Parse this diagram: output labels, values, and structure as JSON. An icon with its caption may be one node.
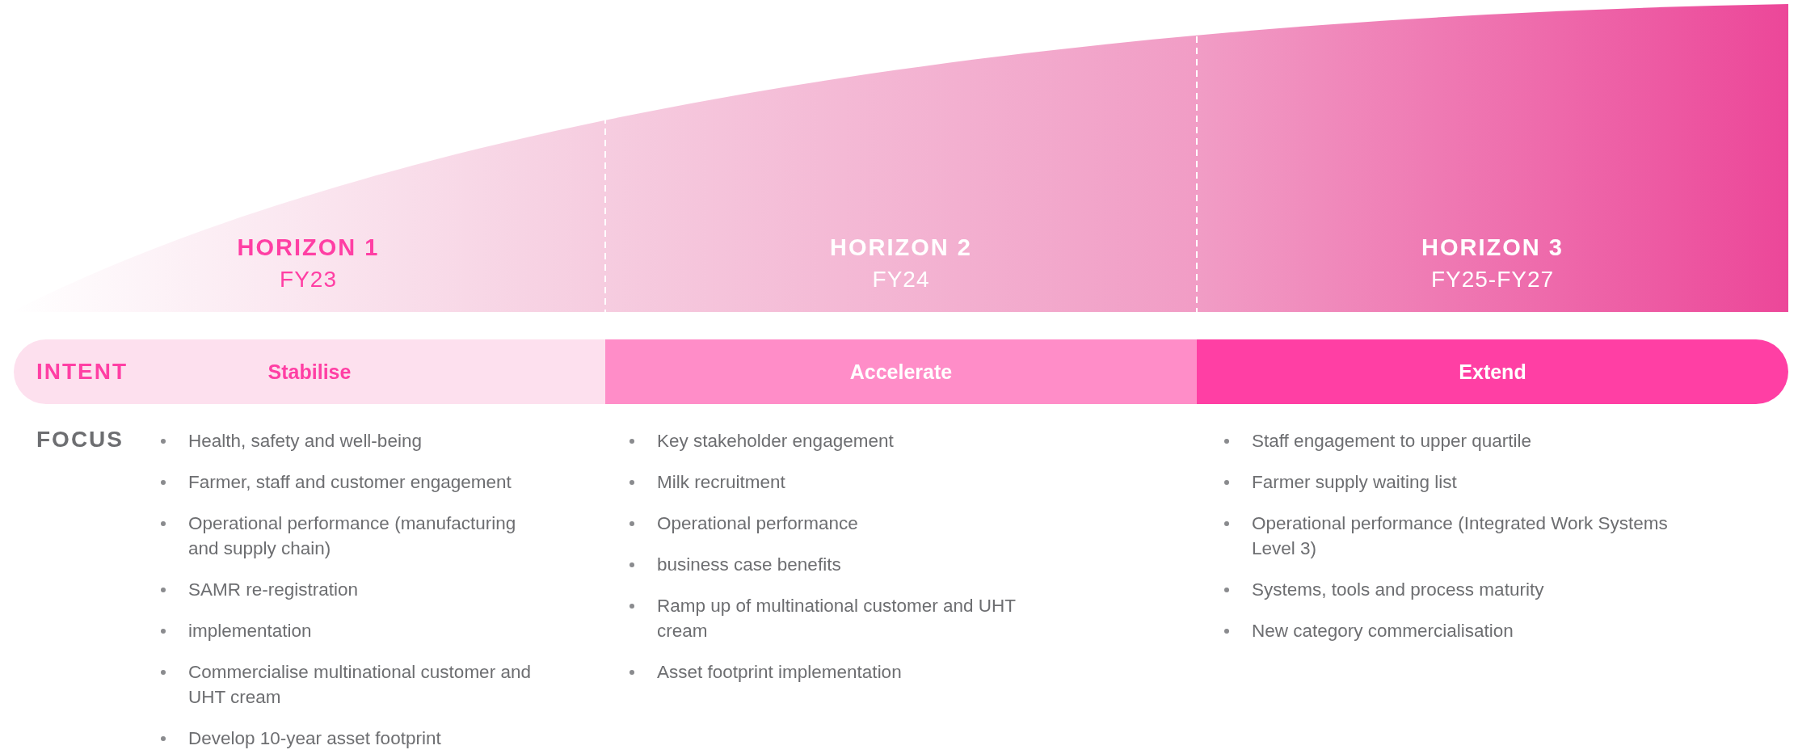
{
  "diagram": {
    "nodes": [
      {
        "text": [
          "HORIZON 1",
          "FY23"
        ]
      },
      {
        "text": [
          "HORIZON 2",
          "FY24"
        ]
      },
      {
        "text": [
          "HORIZON 3",
          "FY25-FY27"
        ]
      },
      {
        "text": [
          "Stabilise"
        ]
      },
      {
        "text": [
          "Accelerate"
        ]
      },
      {
        "text": [
          "Extend"
        ]
      }
    ],
    "labels": [
      "INTENT",
      "FOCUS",
      "Health, safety and well-being",
      "Farmer, staff and customer engagement",
      "Operational performance (manufacturing and supply chain)",
      "SAMR re-registration",
      "implementation",
      "Commercialise multinational customer and UHT cream",
      "Develop 10-year asset footprint",
      "Key stakeholder engagement",
      "Milk recruitment",
      "Operational performance",
      "business case benefits",
      "Ramp up of multinational customer and UHT cream",
      "Asset footprint implementation",
      "Staff engagement to upper quartile",
      "Farmer supply waiting list",
      "Operational performance (Integrated Work Systems Level 3)",
      "Systems, tools and process maturity",
      "New category commercialisation"
    ]
  }
}
